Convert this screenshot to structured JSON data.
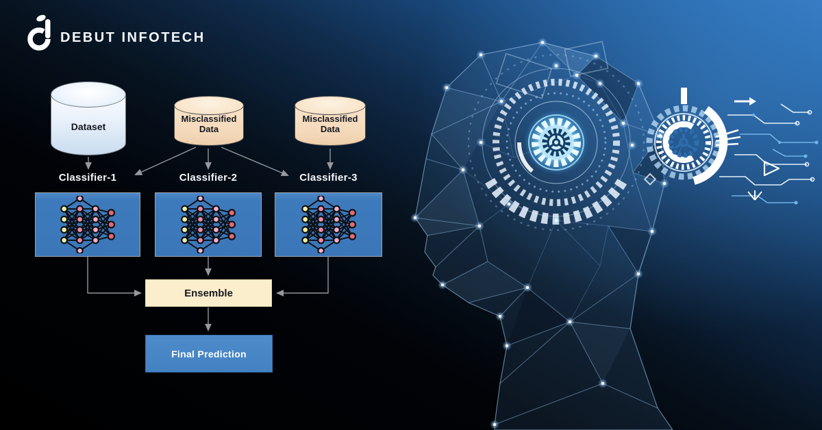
{
  "brand": {
    "name": "DEBUT INFOTECH"
  },
  "flow": {
    "dataset": {
      "label": "Dataset"
    },
    "misclassified": [
      {
        "label": "Misclassified Data"
      },
      {
        "label": "Misclassified Data"
      }
    ],
    "classifiers": [
      {
        "label": "Classifier-1"
      },
      {
        "label": "Classifier-2"
      },
      {
        "label": "Classifier-3"
      }
    ],
    "ensemble": {
      "label": "Ensemble"
    },
    "final_prediction": {
      "label": "Final Prediction"
    }
  },
  "icons": {
    "logo": "debut-infotech-logo",
    "classifier_icon": "neural-network-icon",
    "artwork_icons": [
      "wireframe-head-icon",
      "gear-brain-icon",
      "cog-icon",
      "circuit-traces-icon",
      "arrow-right-icon"
    ]
  },
  "colors": {
    "background_top_right": "#3279c0",
    "background_bottom_left": "#000000",
    "classifier_box": "#3d7abc",
    "ensemble_box": "#fbeecd",
    "final_prediction_box": "#4684c4",
    "dataset_cylinder": "#e9f2fc",
    "misclassified_cylinder": "#f6dcbe",
    "arrow": "#95999e",
    "glow": "#bfe9ff"
  }
}
